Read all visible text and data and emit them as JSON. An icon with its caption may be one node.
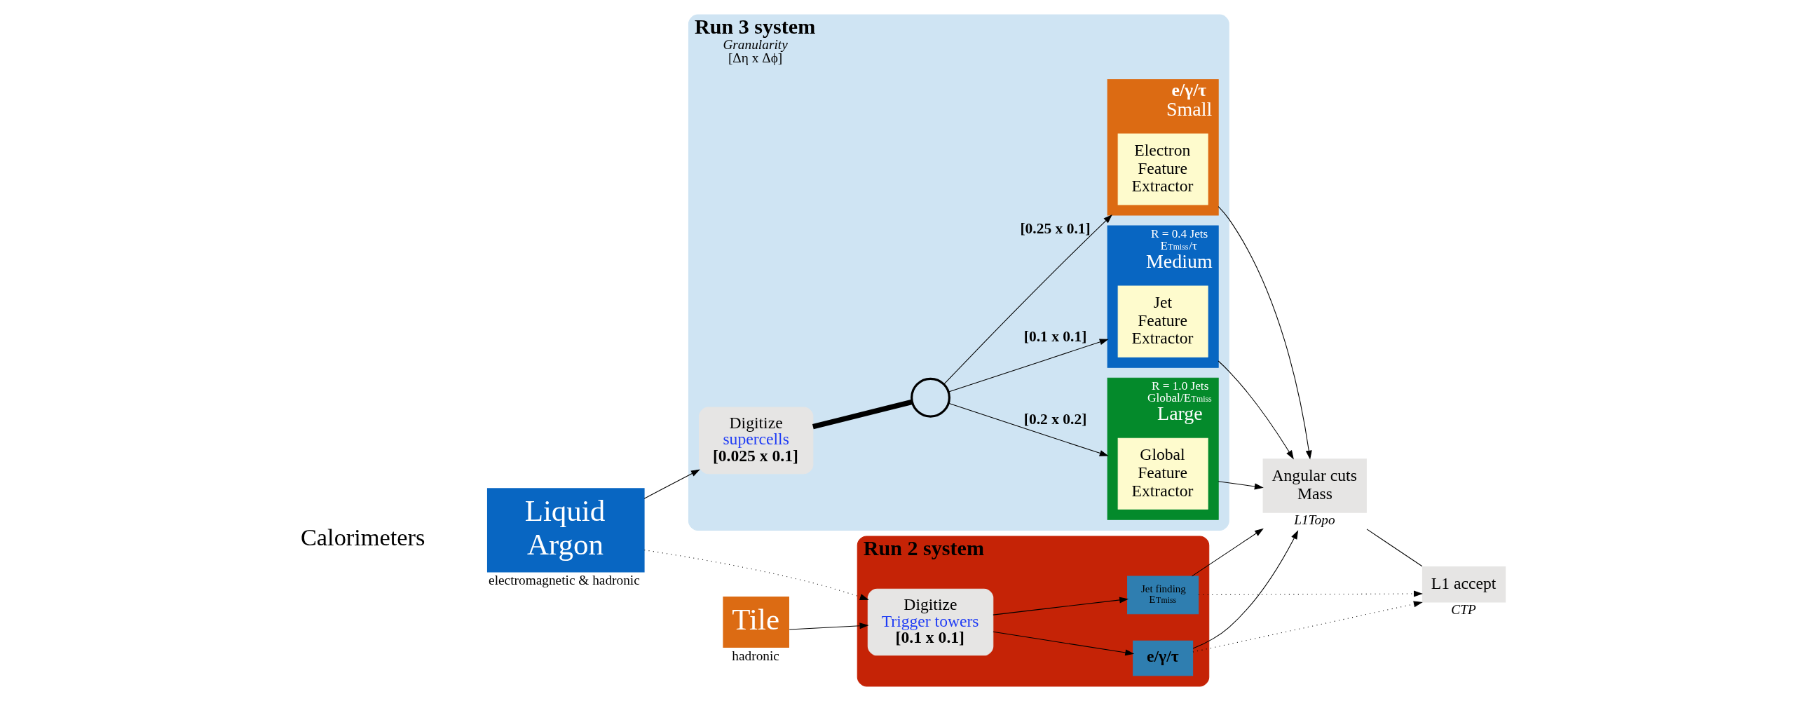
{
  "diagram": {
    "nodes": [
      {
        "text": [
          "Run 3 system",
          "Granularity",
          "[Δη x Δϕ]"
        ]
      },
      {
        "text": [
          "Digitize",
          "supercells",
          "[0.025 x 0.1]"
        ],
        "in": 0
      },
      {
        "text": [],
        "shape": "circle",
        "in": 0
      },
      {
        "text": [
          "e/γ/τ",
          "Small"
        ],
        "in": 0
      },
      {
        "text": [
          "Electron Feature Extractor"
        ],
        "in": 3
      },
      {
        "text": [
          "R = 0.4 Jets",
          "E$_{T}$$^{miss}$/τ",
          "Medium"
        ],
        "in": 0
      },
      {
        "text": [
          "Jet Feature Extractor"
        ],
        "in": 5
      },
      {
        "text": [
          "R = 1.0 Jets",
          "Global/E$_{T}$$^{miss}$",
          "Large"
        ],
        "in": 0
      },
      {
        "text": [
          "Global Feature Extractor"
        ],
        "in": 7
      },
      {
        "text": [
          "Run 2 system"
        ]
      },
      {
        "text": [
          "Digitize",
          "Trigger towers",
          "[0.1 x 0.1]"
        ],
        "in": 9
      },
      {
        "text": [
          "Jet finding",
          "E$_{T}$$^{miss}$"
        ],
        "in": 9
      },
      {
        "text": [
          "e/γ/τ"
        ],
        "in": 9
      },
      {
        "text": [
          "Liquid Argon"
        ],
        "beside": [
          "electromagnetic & hadronic"
        ]
      },
      {
        "text": [
          "Tile"
        ],
        "beside": [
          "hadronic"
        ]
      },
      {
        "text": [
          "Angular cuts Mass"
        ],
        "beside": [
          "L1Topo"
        ]
      },
      {
        "text": [
          "L1 accept"
        ],
        "beside": [
          "CTP"
        ]
      }
    ],
    "edges": [
      {
        "from": 13,
        "to": 1,
        "arrow": "to"
      },
      {
        "from": 13,
        "to": 10,
        "arrow": "to",
        "style": "dashed"
      },
      {
        "from": 14,
        "to": 10,
        "arrow": "to"
      },
      {
        "from": 1,
        "to": 2,
        "arrow": "none",
        "style": "thick"
      },
      {
        "from": 2,
        "to": 3,
        "arrow": "to",
        "label": "[0.25 x 0.1]"
      },
      {
        "from": 2,
        "to": 5,
        "arrow": "to",
        "label": "[0.1 x 0.1]"
      },
      {
        "from": 2,
        "to": 7,
        "arrow": "to",
        "label": "[0.2 x 0.2]"
      },
      {
        "from": 3,
        "to": 15,
        "arrow": "to"
      },
      {
        "from": 5,
        "to": 15,
        "arrow": "to"
      },
      {
        "from": 7,
        "to": 15,
        "arrow": "to"
      },
      {
        "from": 15,
        "to": 16,
        "arrow": "none"
      },
      {
        "from": 10,
        "to": 11,
        "arrow": "to"
      },
      {
        "from": 10,
        "to": 12,
        "arrow": "to"
      },
      {
        "from": 11,
        "to": 15,
        "arrow": "to"
      },
      {
        "from": 12,
        "to": 15,
        "arrow": "to"
      },
      {
        "from": 11,
        "to": 16,
        "arrow": "to",
        "style": "dashed"
      },
      {
        "from": 12,
        "to": 16,
        "arrow": "to",
        "style": "dashed"
      }
    ],
    "labels": [
      "Calorimeters"
    ]
  }
}
